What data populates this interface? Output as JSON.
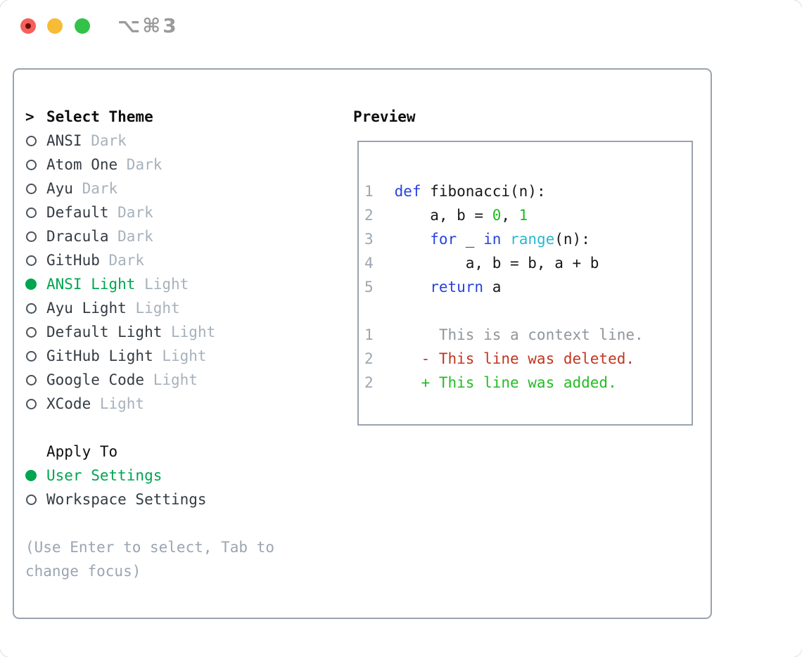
{
  "window": {
    "shortcut_label": "⌥⌘3",
    "traffic_lights": [
      {
        "name": "close",
        "color": "#f4605a",
        "has_dot": true
      },
      {
        "name": "minimize",
        "color": "#f7bb36",
        "has_dot": false
      },
      {
        "name": "zoom",
        "color": "#32c24a",
        "has_dot": false
      }
    ]
  },
  "theme_picker": {
    "title_prefix": ">",
    "title": "Select Theme",
    "items": [
      {
        "name": "ANSI",
        "tag": "Dark",
        "selected": false
      },
      {
        "name": "Atom One",
        "tag": "Dark",
        "selected": false
      },
      {
        "name": "Ayu",
        "tag": "Dark",
        "selected": false
      },
      {
        "name": "Default",
        "tag": "Dark",
        "selected": false
      },
      {
        "name": "Dracula",
        "tag": "Dark",
        "selected": false
      },
      {
        "name": "GitHub",
        "tag": "Dark",
        "selected": false
      },
      {
        "name": "ANSI Light",
        "tag": "Light",
        "selected": true
      },
      {
        "name": "Ayu Light",
        "tag": "Light",
        "selected": false
      },
      {
        "name": "Default Light",
        "tag": "Light",
        "selected": false
      },
      {
        "name": "GitHub Light",
        "tag": "Light",
        "selected": false
      },
      {
        "name": "Google Code",
        "tag": "Light",
        "selected": false
      },
      {
        "name": "XCode",
        "tag": "Light",
        "selected": false
      }
    ]
  },
  "apply_to": {
    "title": "Apply To",
    "options": [
      {
        "label": "User Settings",
        "selected": true
      },
      {
        "label": "Workspace Settings",
        "selected": false
      }
    ]
  },
  "help_text": "(Use Enter to select, Tab to change focus)",
  "preview": {
    "title": "Preview",
    "code_lines": [
      {
        "num": "1",
        "tokens": [
          [
            "def",
            "keyword"
          ],
          [
            " fibonacci(n):",
            "plain"
          ]
        ]
      },
      {
        "num": "2",
        "tokens": [
          [
            "    a, b = ",
            "plain"
          ],
          [
            "0",
            "number"
          ],
          [
            ", ",
            "plain"
          ],
          [
            "1",
            "number"
          ]
        ]
      },
      {
        "num": "3",
        "tokens": [
          [
            "    ",
            "plain"
          ],
          [
            "for",
            "keyword"
          ],
          [
            " _ ",
            "plain"
          ],
          [
            "in",
            "keyword"
          ],
          [
            " ",
            "plain"
          ],
          [
            "range",
            "builtin"
          ],
          [
            "(n):",
            "plain"
          ]
        ]
      },
      {
        "num": "4",
        "tokens": [
          [
            "        a, b = b, a + b",
            "plain"
          ]
        ]
      },
      {
        "num": "5",
        "tokens": [
          [
            "    ",
            "plain"
          ],
          [
            "return",
            "keyword"
          ],
          [
            " a",
            "plain"
          ]
        ]
      }
    ],
    "diff_lines": [
      {
        "num": "1",
        "marker": " ",
        "kind": "context",
        "text": "This is a context line."
      },
      {
        "num": "2",
        "marker": "-",
        "kind": "deleted",
        "text": "This line was deleted."
      },
      {
        "num": "2",
        "marker": "+",
        "kind": "added",
        "text": "This line was added."
      }
    ]
  },
  "colors": {
    "selection_green": "#00a550",
    "keyword_blue": "#2642e0",
    "builtin_cyan": "#27b9ce",
    "number_green": "#1ebc1e",
    "diff_added_green": "#25bc24",
    "diff_deleted_red": "#c23621",
    "panel_border": "#9aa3ae",
    "muted_text": "#9aa5b2",
    "traffic_red": "#f4605a",
    "traffic_red_dot": "#6d0d05",
    "traffic_yellow": "#f7bb36",
    "traffic_green": "#32c24a"
  }
}
